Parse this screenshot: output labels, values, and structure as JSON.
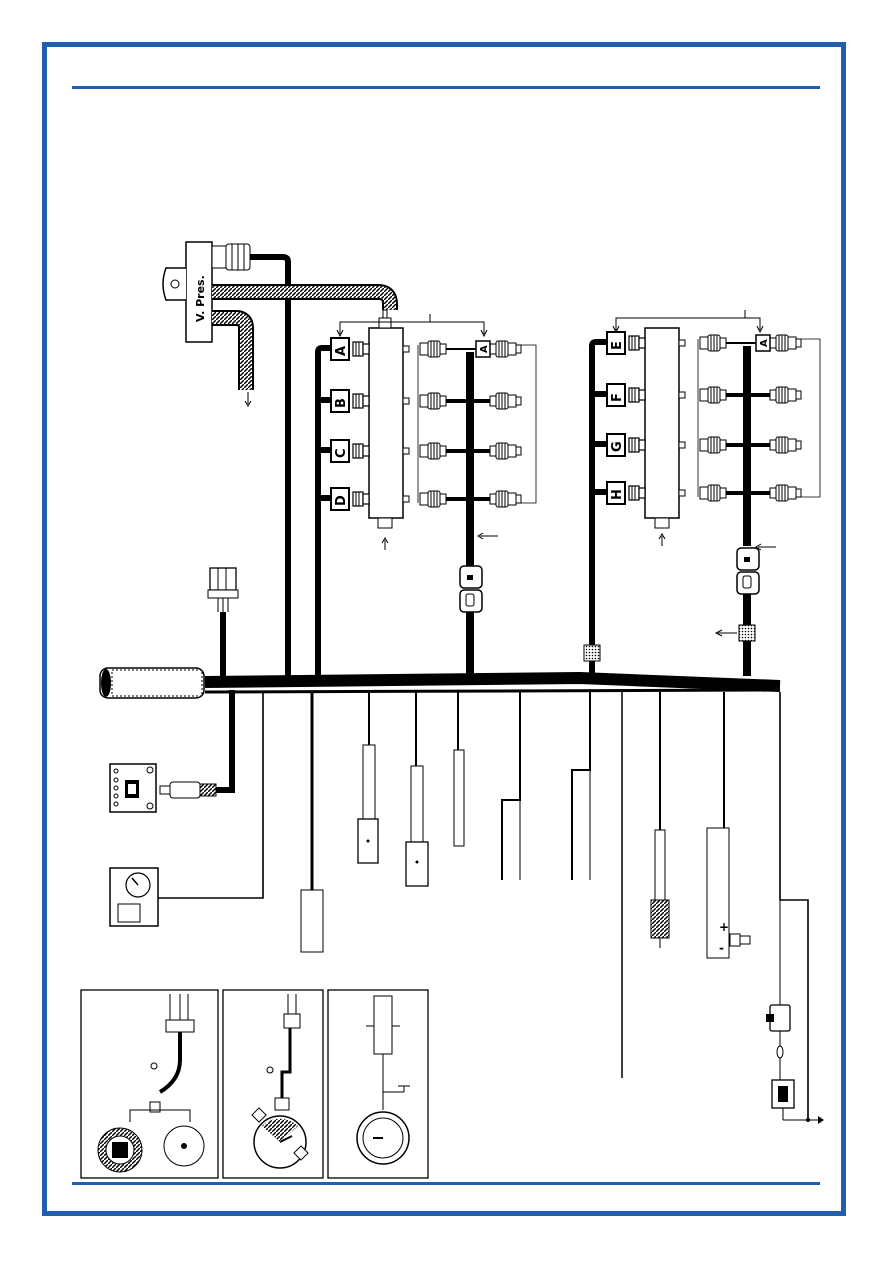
{
  "colors": {
    "frame": "#1f5fad",
    "wire": "#000000",
    "bg": "#ffffff"
  },
  "pressure_sensor": {
    "label": "V. Pres."
  },
  "injector_rail_1": {
    "injectors": [
      "A",
      "B",
      "C",
      "D"
    ]
  },
  "injector_rail_2": {
    "injectors": [
      "E",
      "F",
      "G",
      "H"
    ]
  },
  "petrol_connector_rail_1": {
    "label": "A"
  },
  "petrol_connector_rail_2": {
    "label": "A"
  },
  "battery": {
    "plus": "+",
    "minus": "-"
  },
  "icons": [
    "pressure-sensor-icon",
    "ecu-icon",
    "switch-icon",
    "gauge-icon",
    "level-sensor-icon",
    "battery-icon",
    "fuse-icon",
    "relay-icon",
    "ground-icon"
  ]
}
